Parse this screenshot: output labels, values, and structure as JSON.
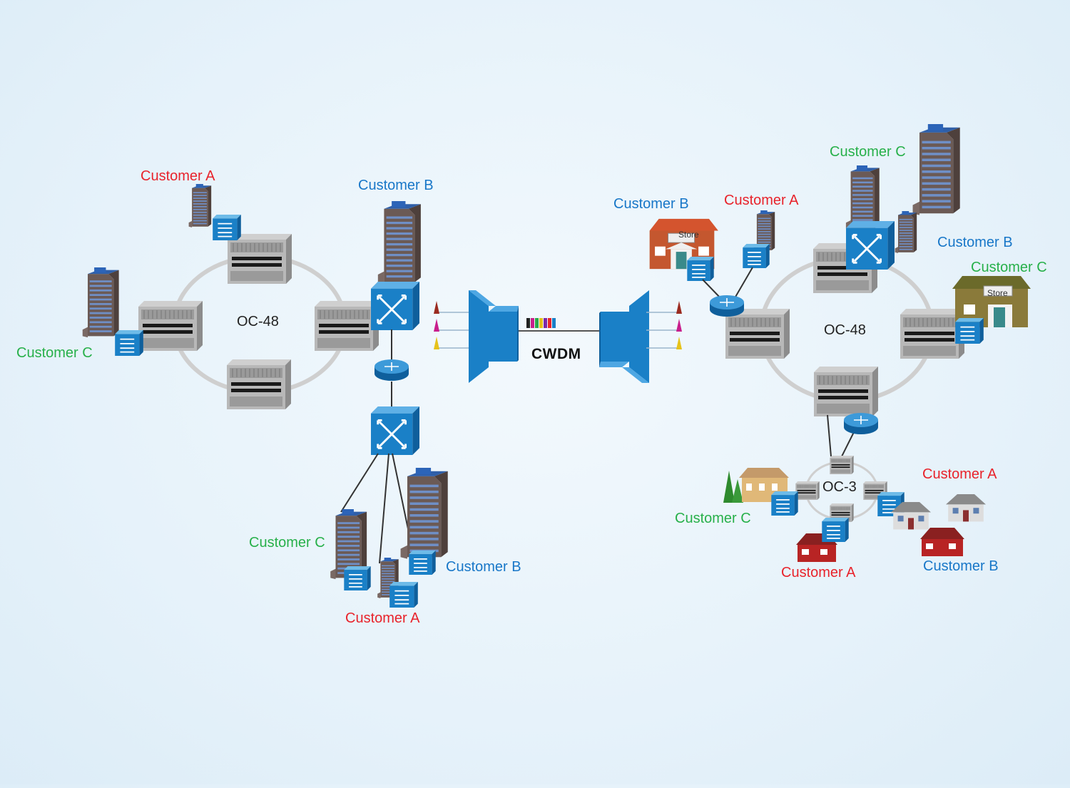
{
  "colors": {
    "customer_a": "#e8232b",
    "customer_b": "#1877c8",
    "customer_c": "#27b04a",
    "device_blue": "#1a80c7",
    "ring_gray": "#cfcfcf"
  },
  "left": {
    "ring_label": "OC-48",
    "customer_a_top": "Customer A",
    "customer_b_top": "Customer B",
    "customer_c_left": "Customer C",
    "customer_c_bottom": "Customer C",
    "customer_b_bottom": "Customer B",
    "customer_a_bottom": "Customer A"
  },
  "center": {
    "label": "CWDM"
  },
  "right": {
    "ring_label": "OC-48",
    "sub_ring_label": "OC-3",
    "customer_b_store": "Customer B",
    "customer_a_top": "Customer A",
    "customer_c_top": "Customer C",
    "customer_b_tower": "Customer B",
    "customer_c_store": "Customer C",
    "store_sign": "Store",
    "customer_c_house": "Customer C",
    "customer_a_houses": "Customer A",
    "customer_a_bottom": "Customer A",
    "customer_b_houses": "Customer B"
  },
  "icons": [
    "office-building-icon",
    "store-icon",
    "house-icon",
    "optical-switch-icon",
    "router-icon",
    "access-switch-icon",
    "add-drop-multiplexer-icon",
    "cwdm-multiplexer-icon",
    "wavelength-icon"
  ]
}
